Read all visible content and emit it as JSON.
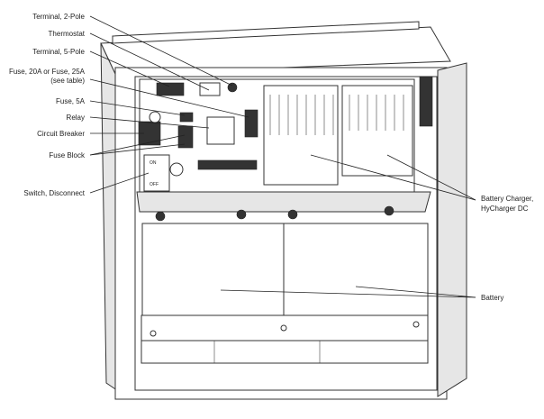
{
  "labels": {
    "terminal_2pole": "Terminal, 2-Pole",
    "thermostat": "Thermostat",
    "terminal_5pole": "Terminal, 5-Pole",
    "fuse_20a_line1": "Fuse, 20A  or Fuse, 25A",
    "fuse_20a_line2": "(see table)",
    "fuse_5a": "Fuse, 5A",
    "relay": "Relay",
    "circuit_breaker": "Circuit Breaker",
    "fuse_block": "Fuse Block",
    "switch_disconnect": "Switch, Disconnect",
    "battery_charger_line1": "Battery Charger,",
    "battery_charger_line2": "HyCharger DC",
    "battery": "Battery"
  },
  "switch_positions": [
    "ON",
    "OFF"
  ]
}
